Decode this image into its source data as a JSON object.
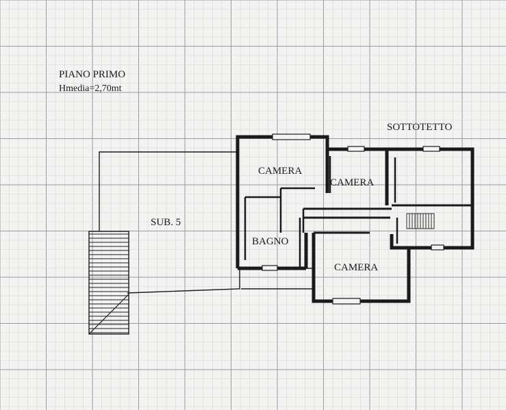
{
  "header": {
    "title": "PIANO PRIMO",
    "height_note": "Hmedia=2,70mt"
  },
  "rooms": {
    "camera_1": "CAMERA",
    "camera_2": "CAMERA",
    "camera_3": "CAMERA",
    "bagno": "BAGNO",
    "sottotetto": "SOTTOTETTO",
    "sub": "SUB. 5"
  },
  "colors": {
    "paper": "#f3f3f1",
    "grid_fine": "#d6d6d6",
    "grid_major": "#9a9a9a",
    "wall": "#1a1a1a"
  }
}
